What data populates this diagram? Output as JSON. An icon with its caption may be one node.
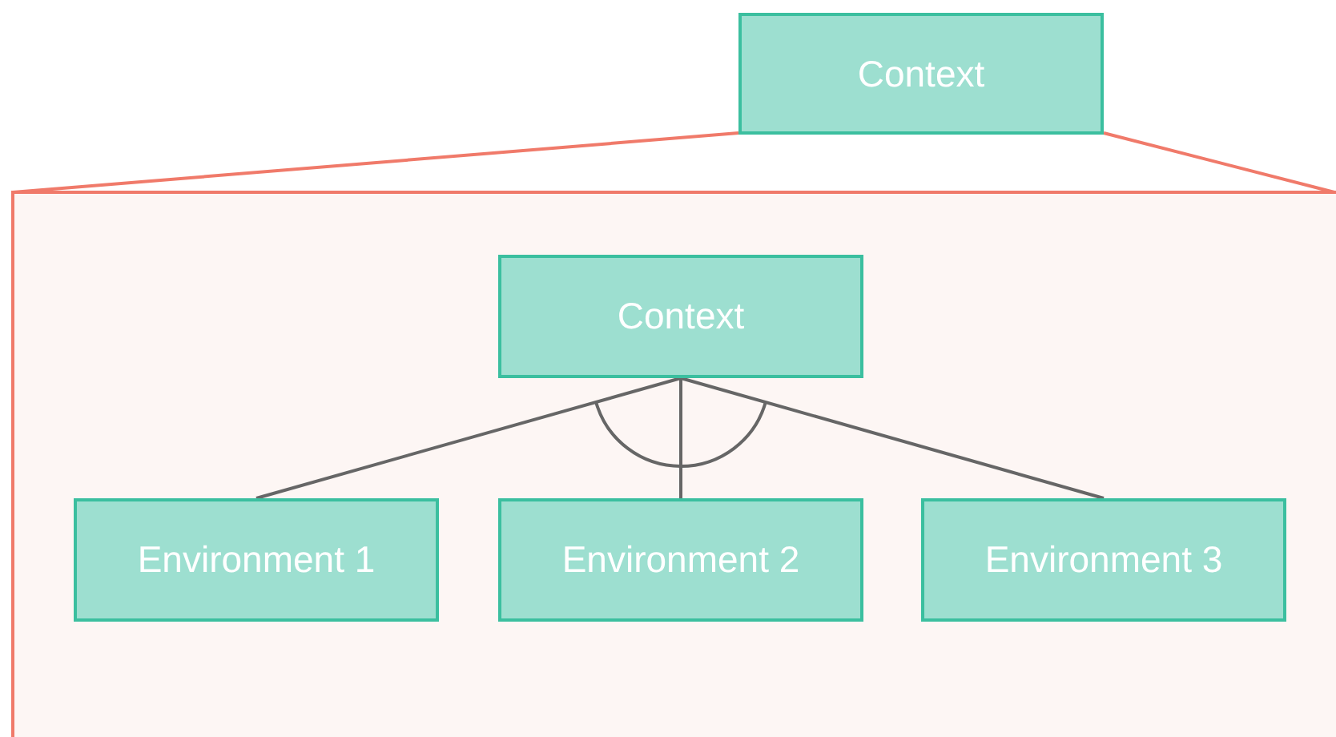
{
  "diagram": {
    "nodes": [
      {
        "text": [
          "Context"
        ]
      },
      {
        "text": [],
        "shape": "box"
      },
      {
        "text": [
          "Context"
        ],
        "in": 1
      },
      {
        "text": [
          "Environment 1"
        ],
        "in": 1
      },
      {
        "text": [
          "Environment 2"
        ],
        "in": 1
      },
      {
        "text": [
          "Environment 3"
        ],
        "in": 1
      }
    ],
    "edges": [
      {
        "from": 0,
        "to": 1,
        "arrow": "none",
        "color": "#f07a6a"
      },
      {
        "from": 0,
        "to": 1,
        "arrow": "none",
        "color": "#f07a6a"
      },
      {
        "from": 2,
        "to": 3,
        "arrow": "none"
      },
      {
        "from": 2,
        "to": 4,
        "arrow": "none"
      },
      {
        "from": 2,
        "to": 5,
        "arrow": "none"
      }
    ]
  }
}
